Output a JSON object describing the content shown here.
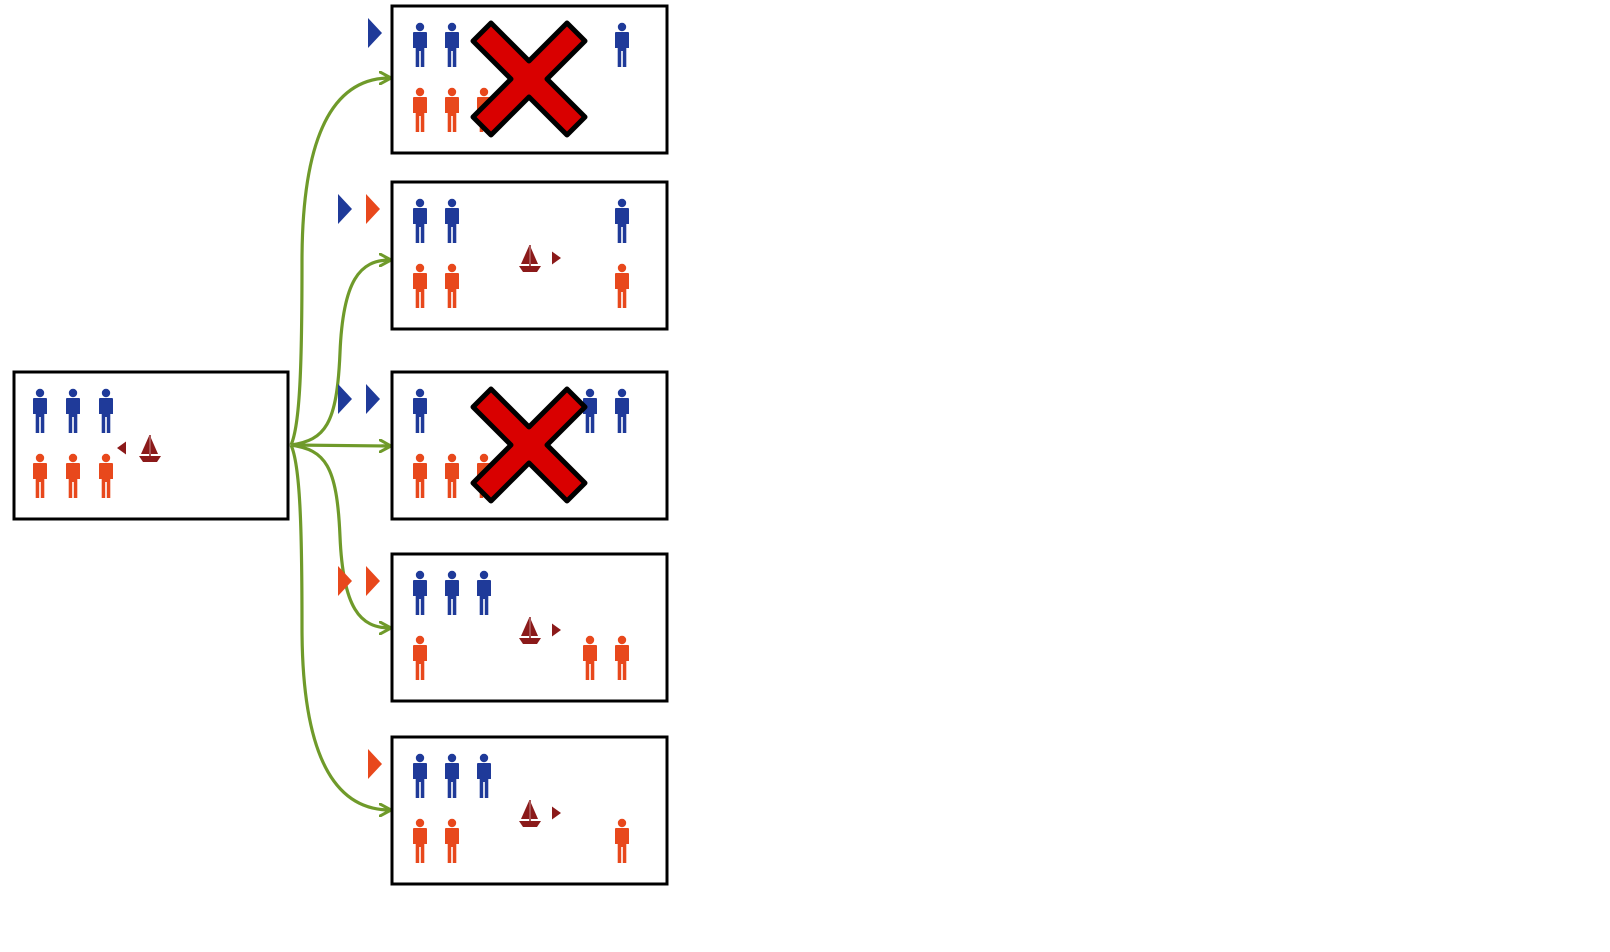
{
  "colors": {
    "blue": "#1f3a99",
    "orange": "#e8481c",
    "boat": "#8b1a1a",
    "arrow": "#6f9a2a",
    "cross": "#d90000",
    "border": "#000000",
    "background": "#ffffff"
  },
  "icons": {
    "person": "person-icon",
    "boat": "sailboat-icon",
    "direction": "triangle-marker-icon",
    "invalid": "red-x-icon"
  },
  "initial_state": {
    "left_bank": {
      "blue": 3,
      "orange": 3
    },
    "right_bank": {
      "blue": 0,
      "orange": 0
    },
    "boat_side": "left",
    "boat_direction": "left"
  },
  "transitions": [
    {
      "passengers": [
        "blue"
      ],
      "left_bank": {
        "blue": 2,
        "orange": 3
      },
      "right_bank": {
        "blue": 1,
        "orange": 0
      },
      "boat_visible": false,
      "valid": false
    },
    {
      "passengers": [
        "blue",
        "orange"
      ],
      "left_bank": {
        "blue": 2,
        "orange": 2
      },
      "right_bank": {
        "blue": 1,
        "orange": 1
      },
      "boat_visible": true,
      "valid": true
    },
    {
      "passengers": [
        "blue",
        "blue"
      ],
      "left_bank": {
        "blue": 1,
        "orange": 3
      },
      "right_bank": {
        "blue": 2,
        "orange": 0
      },
      "boat_visible": false,
      "valid": false
    },
    {
      "passengers": [
        "orange",
        "orange"
      ],
      "left_bank": {
        "blue": 3,
        "orange": 1
      },
      "right_bank": {
        "blue": 0,
        "orange": 2
      },
      "boat_visible": true,
      "valid": true
    },
    {
      "passengers": [
        "orange"
      ],
      "left_bank": {
        "blue": 3,
        "orange": 2
      },
      "right_bank": {
        "blue": 0,
        "orange": 1
      },
      "boat_visible": true,
      "valid": true
    }
  ]
}
